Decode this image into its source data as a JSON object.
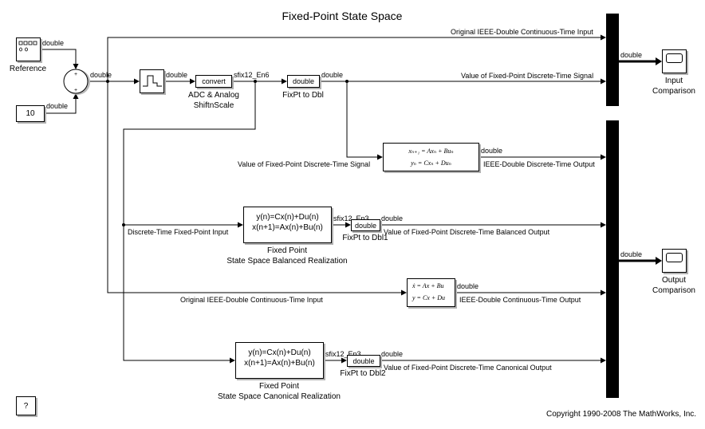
{
  "title": "Fixed-Point State Space",
  "copyright": "Copyright 1990-2008 The MathWorks, Inc.",
  "blocks": {
    "reference": {
      "label": "Reference"
    },
    "constant": {
      "value": "10"
    },
    "sum": {
      "sign_top": "+",
      "sign_bottom": "+"
    },
    "adc": {
      "text": "convert",
      "label_line1": "ADC & Analog",
      "label_line2": "ShiftnScale"
    },
    "fixpt_to_dbl": {
      "text": "double",
      "label": "FixPt to Dbl"
    },
    "fixpt_to_dbl1": {
      "text": "double",
      "label": "FixPt to Dbl1"
    },
    "fixpt_to_dbl2": {
      "text": "double",
      "label": "FixPt to Dbl2"
    },
    "discrete_ss": {
      "eq1": "xₙ₊₁ = Axₙ + Buₙ",
      "eq2": "yₙ = Cxₙ + Duₙ"
    },
    "continuous_ss": {
      "eq1": "ẋ = Ax + Bu",
      "eq2": "y = Cx + Du"
    },
    "balanced": {
      "line1": "y(n)=Cx(n)+Du(n)",
      "line2": "x(n+1)=Ax(n)+Bu(n)",
      "label1": "Fixed Point",
      "label2": "State Space Balanced Realization"
    },
    "canonical": {
      "line1": "y(n)=Cx(n)+Du(n)",
      "line2": "x(n+1)=Ax(n)+Bu(n)",
      "label1": "Fixed Point",
      "label2": "State Space Canonical Realization"
    },
    "input_scope": {
      "label1": "Input",
      "label2": "Comparison"
    },
    "output_scope": {
      "label1": "Output",
      "label2": "Comparison"
    },
    "help": {
      "text": "?"
    }
  },
  "signals": {
    "double": "double",
    "sfix12_en6": "sfix12_En6",
    "sfix12_en3": "sfix12_En3",
    "orig_ieee_top": "Original IEEE-Double Continuous-Time Input",
    "value_fxp_dt_top": "Value of Fixed-Point Discrete-Time Signal",
    "value_fxp_dt_mid": "Value of Fixed-Point Discrete-Time Signal",
    "ieee_dt_output": "IEEE-Double Discrete-Time Output",
    "dt_fxp_input": "Discrete-Time Fixed-Point Input",
    "balanced_output": "Value of Fixed-Point Discrete-Time Balanced Output",
    "orig_ieee_bottom": "Original IEEE-Double Continuous-Time Input",
    "ieee_ct_output": "IEEE-Double Continuous-Time Output",
    "canonical_output": "Value of Fixed-Point Discrete-Time Canonical Output"
  }
}
